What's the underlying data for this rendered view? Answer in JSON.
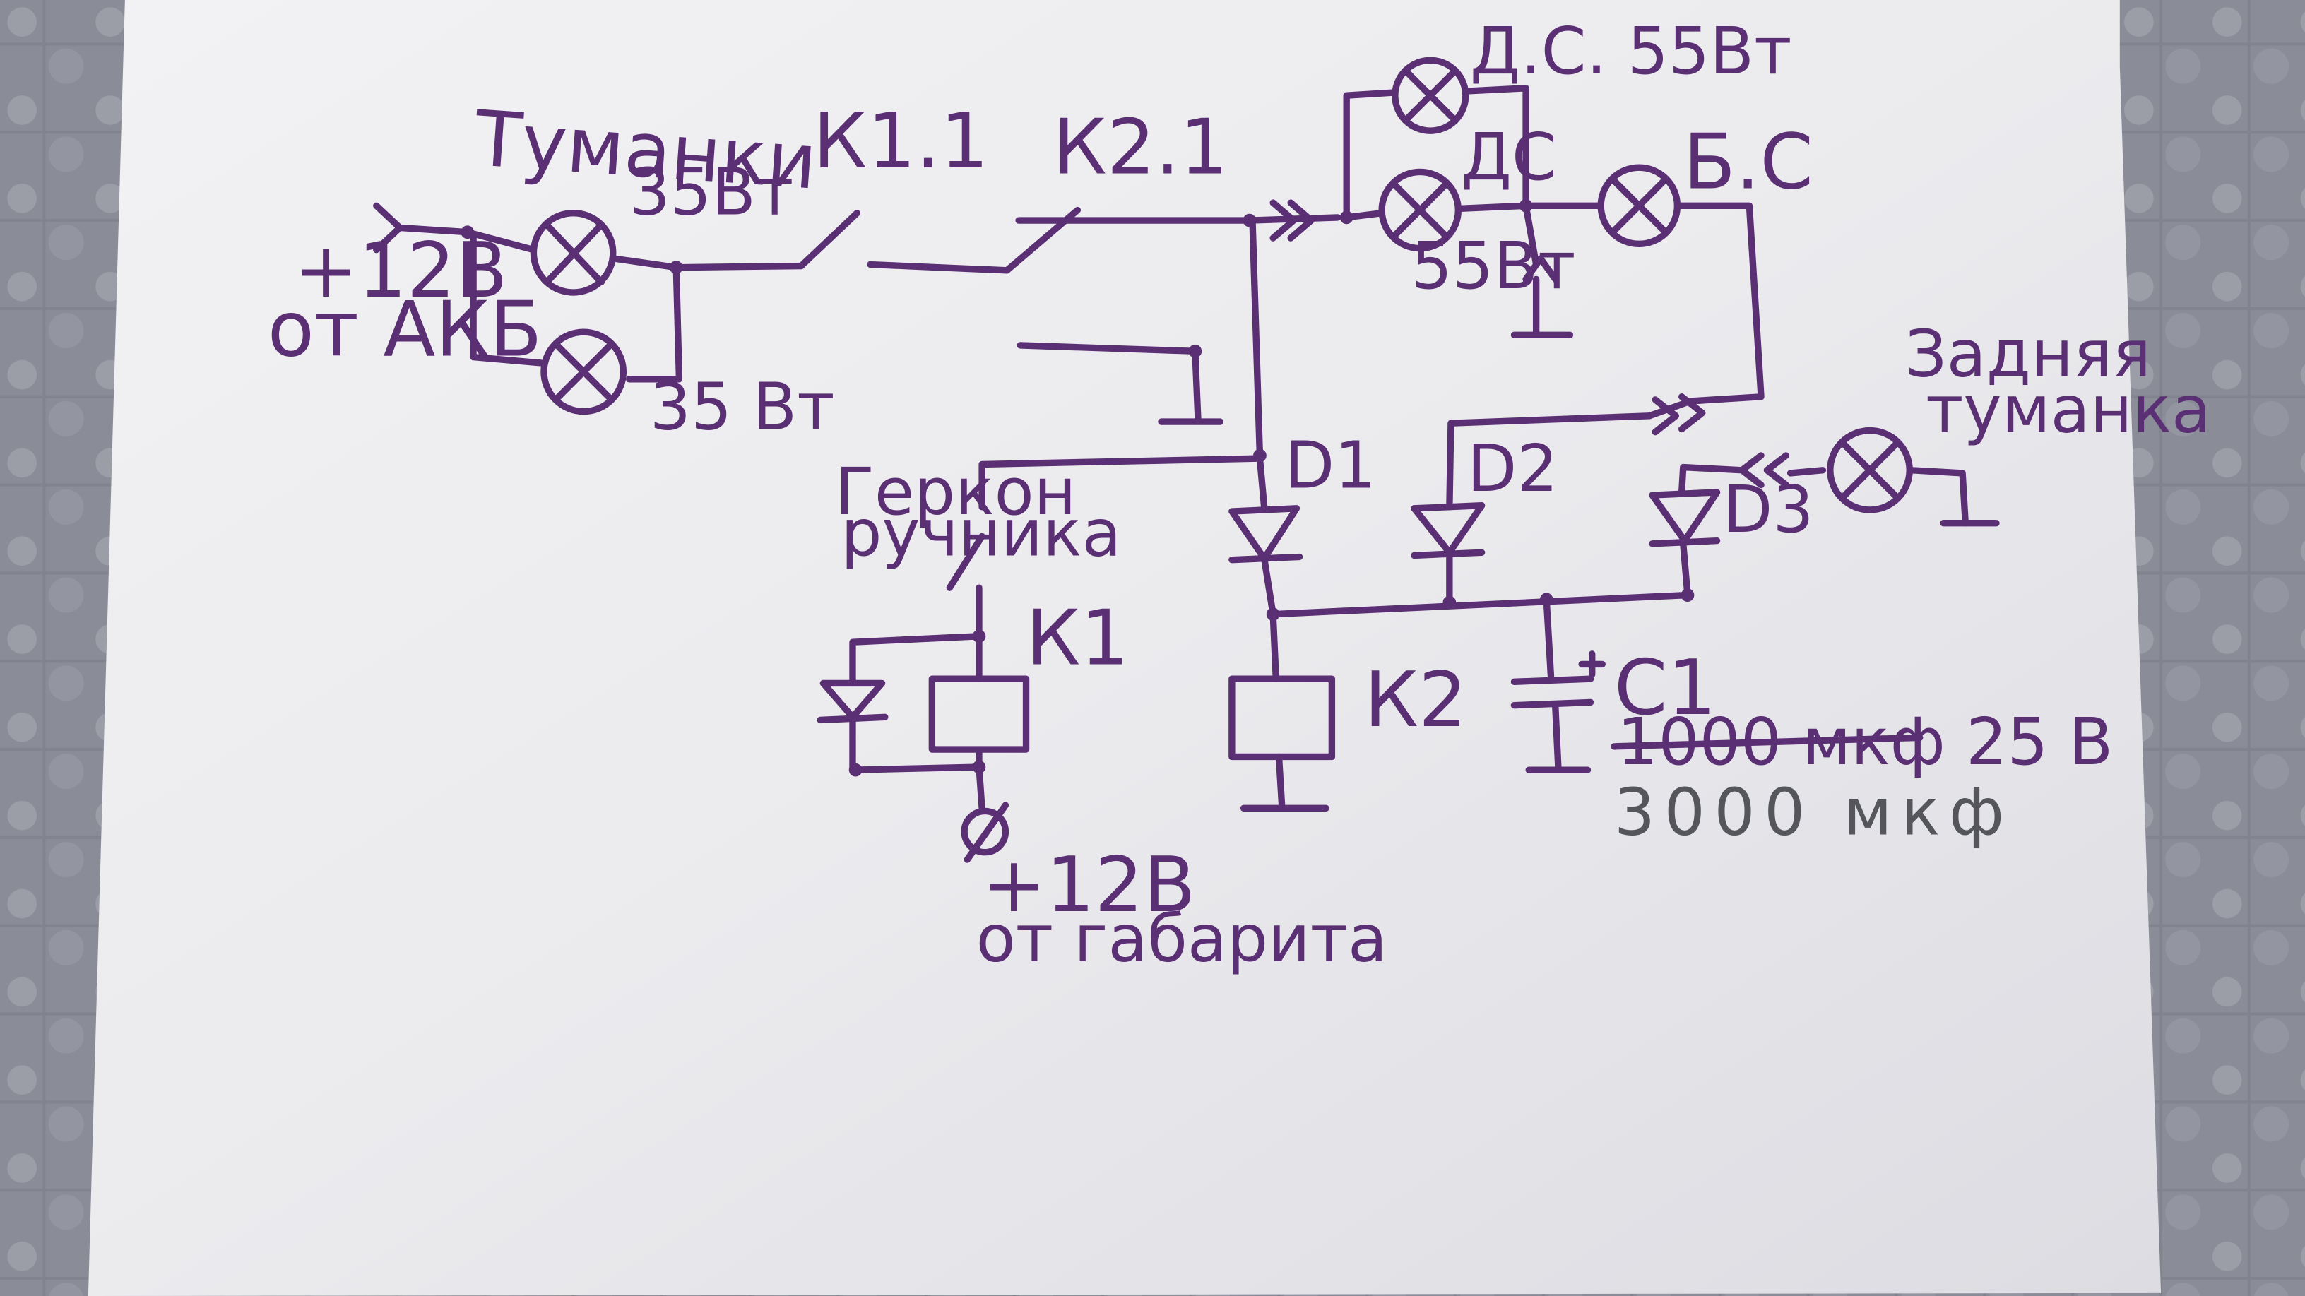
{
  "labels": {
    "fog_lights": "Туманки",
    "fog_power_1": "35Вт",
    "fog_power_2": "35 Вт",
    "plus_12v_battery": "+12В",
    "from_battery": "от АКБ",
    "k11": "К1.1",
    "k21": "К2.1",
    "dc_top": "Д.С. 55Вт",
    "dc_mid": "ДС",
    "dc_mid_power": "55Вт",
    "bs": "Б.С",
    "rear": "Задняя",
    "fog_lamp": "туманка",
    "reed_switch": "Геркон",
    "handbrake": "ручника",
    "d1": "D1",
    "d2": "D2",
    "d3": "D3",
    "k1": "К1",
    "k2": "К2",
    "c1": "С1",
    "c1_old_value": "1000 мкф 25 В",
    "c1_new_value": "3000 мкф",
    "plus_12v_parking": "+12В",
    "from_parking_lights": "от габарита"
  }
}
